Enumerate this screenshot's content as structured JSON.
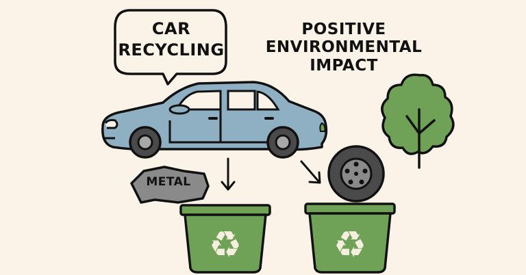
{
  "illustration": {
    "speech_bubble": {
      "line1": "CAR",
      "line2": "RECYCLING"
    },
    "heading": {
      "line1": "POSITIVE",
      "line2": "ENVIRONMENTAL",
      "line3": "IMPACT"
    },
    "metal_label": "METAL",
    "elements": [
      "speech-bubble",
      "car",
      "metal-scrap",
      "arrow-down",
      "arrow-diagonal",
      "tire",
      "recycling-bin-left",
      "recycling-bin-right",
      "tree"
    ]
  },
  "colors": {
    "background": "#fbf3e8",
    "car_body": "#8fb0c2",
    "bin_green": "#6fa257",
    "tree_green": "#6fa257",
    "tire_dark": "#4a4a4a",
    "metal_gray": "#8a8a8a",
    "outline": "#111111"
  }
}
